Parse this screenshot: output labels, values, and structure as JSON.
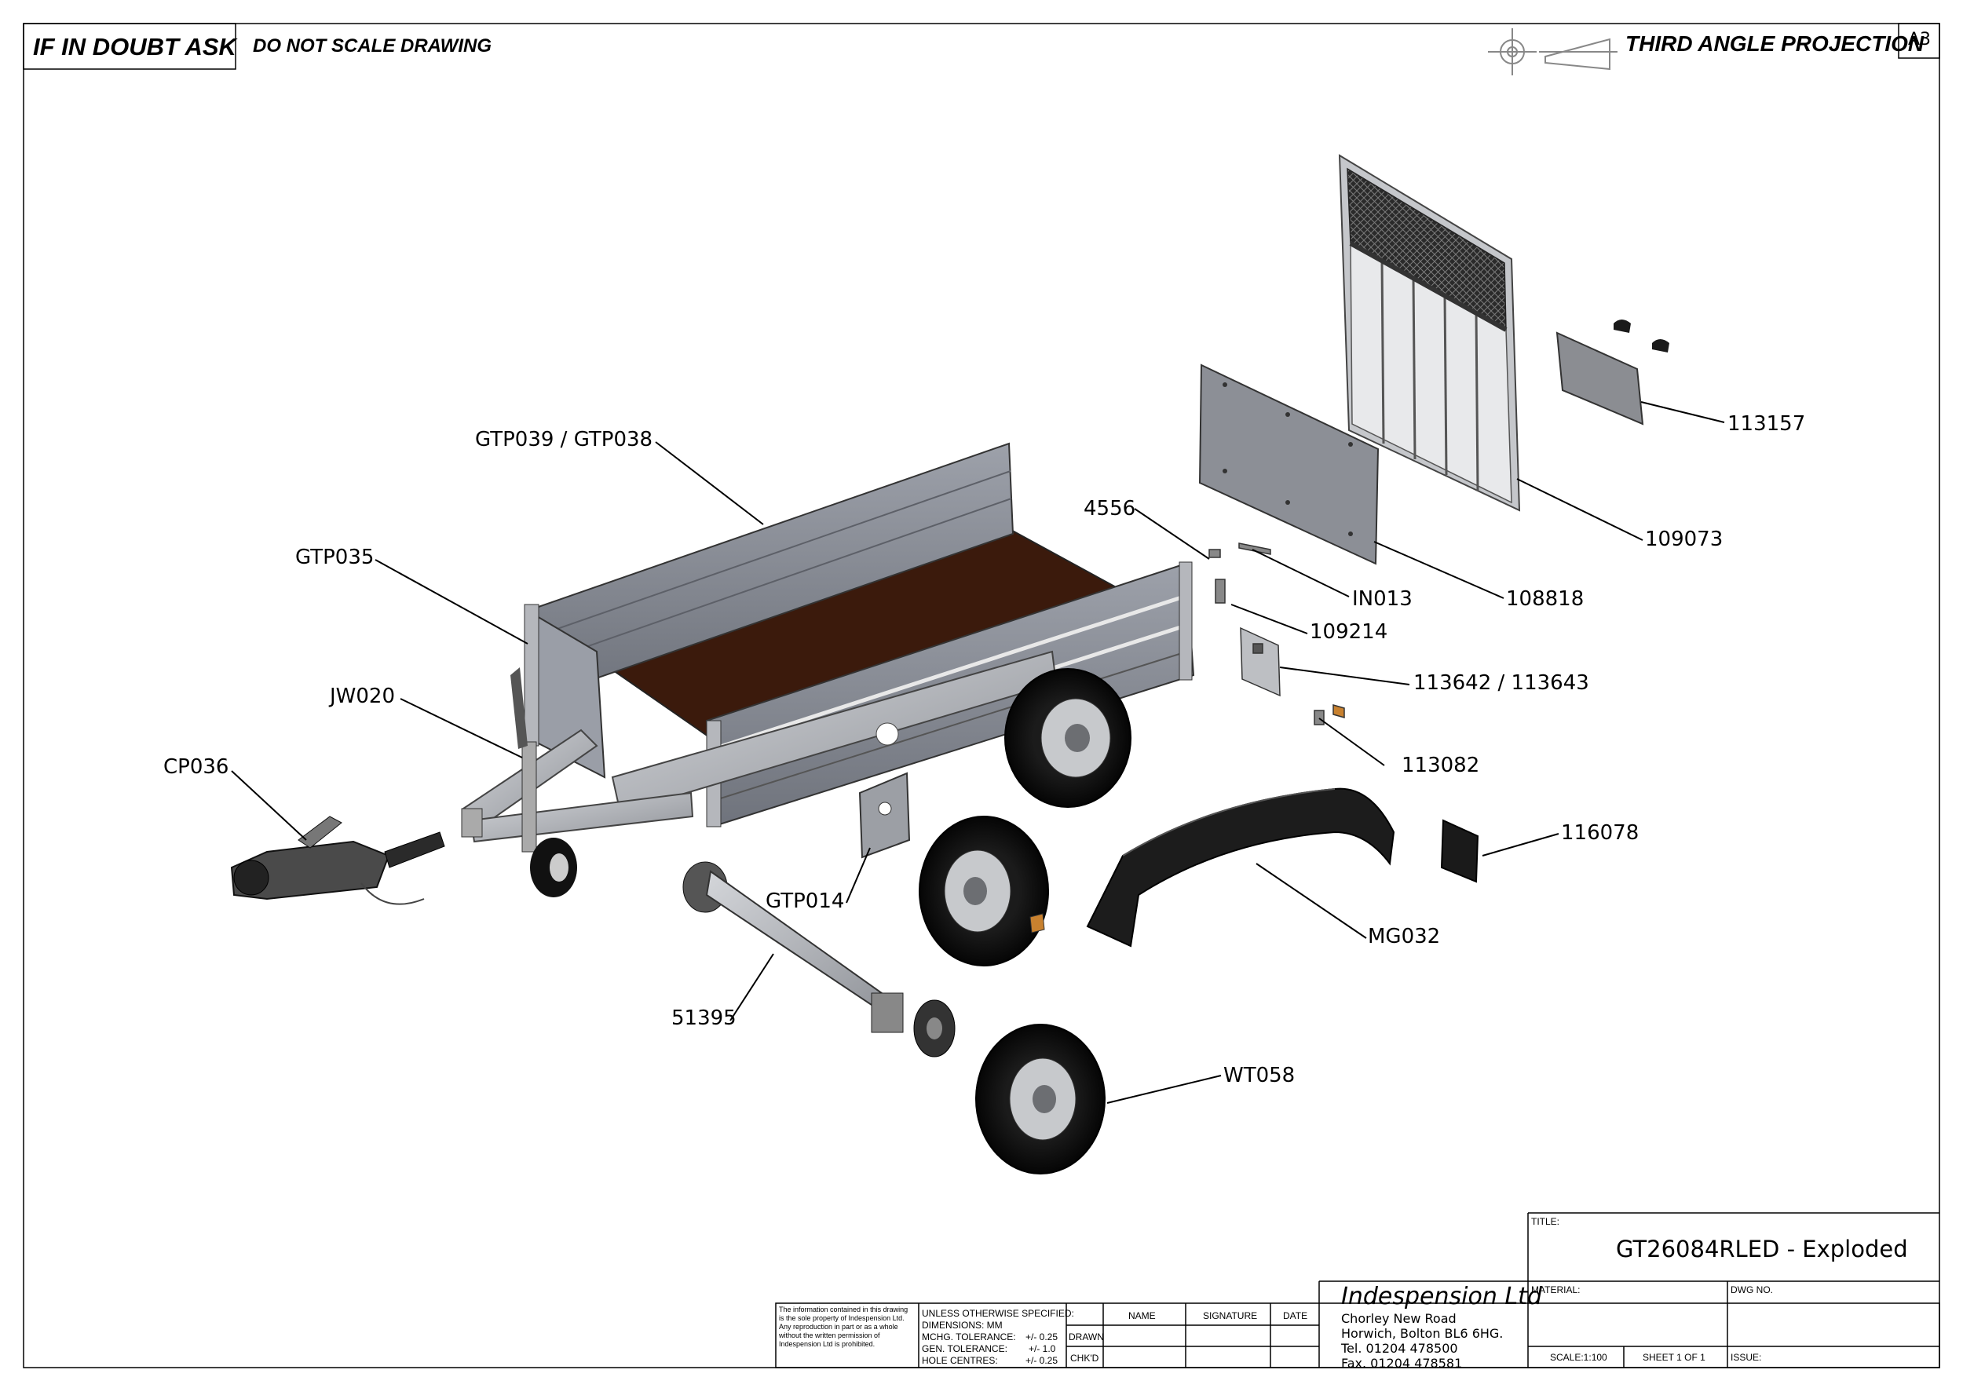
{
  "header": {
    "if_in_doubt": "IF IN DOUBT ASK",
    "do_not_scale": "DO NOT SCALE DRAWING",
    "projection": "THIRD ANGLE PROJECTION",
    "sheet_size": "A3"
  },
  "callouts": [
    {
      "id": "gtp039",
      "label": "GTP039 / GTP038"
    },
    {
      "id": "gtp035",
      "label": "GTP035"
    },
    {
      "id": "jw020",
      "label": "JW020"
    },
    {
      "id": "cp036",
      "label": "CP036"
    },
    {
      "id": "gtp014",
      "label": "GTP014"
    },
    {
      "id": "51395",
      "label": "51395"
    },
    {
      "id": "wt058",
      "label": "WT058"
    },
    {
      "id": "mg032",
      "label": "MG032"
    },
    {
      "id": "116078",
      "label": "116078"
    },
    {
      "id": "113082",
      "label": "113082"
    },
    {
      "id": "113642",
      "label": "113642 / 113643"
    },
    {
      "id": "109214",
      "label": "109214"
    },
    {
      "id": "in013",
      "label": "IN013"
    },
    {
      "id": "4556",
      "label": "4556"
    },
    {
      "id": "108818",
      "label": "108818"
    },
    {
      "id": "109073",
      "label": "109073"
    },
    {
      "id": "113157",
      "label": "113157"
    }
  ],
  "title_block": {
    "disclaimer": "The information contained in this drawing is the sole property of Indespension Ltd. Any reproduction in part or as a whole without the written permission of Indespension Ltd is prohibited.",
    "unless": "UNLESS OTHERWISE SPECIFIED:",
    "dimensions": "DIMENSIONS:  MM",
    "mchg_label": "MCHG. TOLERANCE:",
    "mchg_value": "+/- 0.25",
    "gen_label": "GEN. TOLERANCE:",
    "gen_value": "+/- 1.0",
    "hole_label": "HOLE CENTRES:",
    "hole_value": "+/- 0.25",
    "drawn": "DRAWN",
    "chkd": "CHK'D",
    "name_col": "NAME",
    "signature_col": "SIGNATURE",
    "date_col": "DATE",
    "company": "Indespension Ltd",
    "address_lines": [
      "Chorley New Road",
      "Horwich, Bolton BL6 6HG.",
      "Tel. 01204 478500",
      "Fax. 01204 478581"
    ],
    "title_label": "TITLE:",
    "title_value": "GT26084RLED - Exploded",
    "material_label": "MATERIAL:",
    "dwg_label": "DWG NO.",
    "scale": "SCALE:1:100",
    "sheet": "SHEET 1 OF 1",
    "issue_label": "ISSUE:"
  },
  "colors": {
    "line": "#000000",
    "panel": "#8a8d96",
    "panel_light": "#a6a9b1",
    "floor": "#3b1a0c",
    "tyre": "#0d0d0d",
    "frame": "#b9bcc2",
    "mudguard": "#1c1c1c"
  }
}
